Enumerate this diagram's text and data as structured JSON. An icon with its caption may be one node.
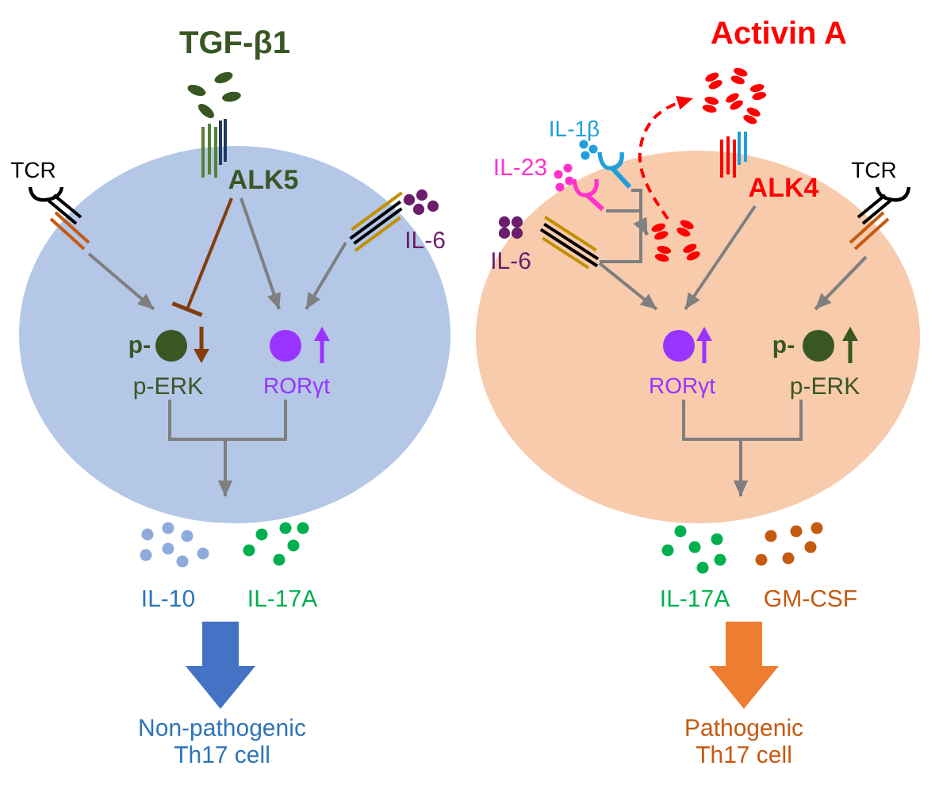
{
  "diagram": {
    "nodes": [
      {
        "text": [],
        "shape": "circle"
      },
      {
        "text": [
          "TCR"
        ]
      },
      {
        "text": [
          "ALK5"
        ],
        "in": 0
      },
      {
        "text": [
          "IL-6"
        ],
        "in": 0
      },
      {
        "text": [
          "p-",
          "p-ERK"
        ],
        "in": 0
      },
      {
        "text": [
          "RORγt"
        ],
        "in": 0
      },
      {
        "text": [
          "IL-10"
        ]
      },
      {
        "text": [
          "IL-17A"
        ]
      },
      {
        "text": [
          "Non-pathogenic Th17 cell"
        ]
      },
      {
        "text": [],
        "shape": "circle"
      },
      {
        "text": [
          "Activin A"
        ]
      },
      {
        "text": [
          "IL-1β"
        ]
      },
      {
        "text": [
          "IL-23"
        ],
        "in": 9
      },
      {
        "text": [
          "IL-6"
        ],
        "in": 9
      },
      {
        "text": [],
        "shape": "picture",
        "in": 9
      },
      {
        "text": [
          "ALK4"
        ],
        "in": 9
      },
      {
        "text": [
          "TCR"
        ],
        "in": 9
      },
      {
        "text": [
          "RORγt"
        ],
        "in": 9
      },
      {
        "text": [
          "p-",
          "p-ERK"
        ],
        "in": 9
      },
      {
        "text": [
          "IL-17A"
        ]
      },
      {
        "text": [
          "GM-CSF"
        ]
      },
      {
        "text": [
          "Pathogenic Th17 cell"
        ]
      }
    ],
    "edges": [
      {
        "from": 1,
        "to": 4,
        "arrow": "to"
      },
      {
        "from": 2,
        "to": 4,
        "arrow": "other",
        "color": "#843c0c"
      },
      {
        "from": 2,
        "to": 5,
        "arrow": "to"
      },
      {
        "from": 3,
        "to": 5,
        "arrow": "to"
      },
      {
        "from": 4,
        "to": null,
        "arrow": "to"
      },
      {
        "from": 5,
        "to": null,
        "arrow": "to"
      },
      {
        "from": 6,
        "to": 8,
        "arrow": "to",
        "style": "thick",
        "color": "#4472c4"
      },
      {
        "from": 11,
        "to": 14,
        "arrow": "to"
      },
      {
        "from": 12,
        "to": 14,
        "arrow": "to"
      },
      {
        "from": 13,
        "to": 14,
        "arrow": "to"
      },
      {
        "from": 14,
        "to": 10,
        "arrow": "to",
        "style": "dashed",
        "color": "#ff0000"
      },
      {
        "from": 13,
        "to": 17,
        "arrow": "to"
      },
      {
        "from": 15,
        "to": 17,
        "arrow": "to"
      },
      {
        "from": 16,
        "to": 18,
        "arrow": "to"
      },
      {
        "from": 17,
        "to": null,
        "arrow": "to"
      },
      {
        "from": 18,
        "to": null,
        "arrow": "to"
      },
      {
        "from": 20,
        "to": 21,
        "arrow": "to",
        "style": "thick",
        "color": "#ed7d31"
      }
    ],
    "labels": [
      "TGF-β1"
    ]
  }
}
